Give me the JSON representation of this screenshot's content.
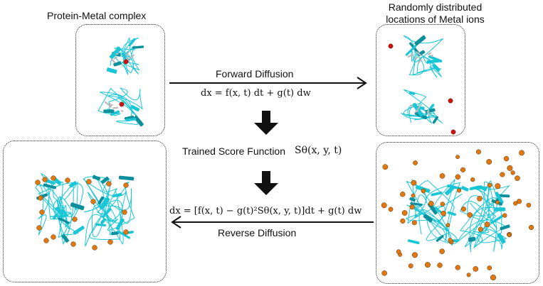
{
  "labels": {
    "top_left": "Protein-Metal complex",
    "top_right_line1": "Randomly distributed",
    "top_right_line2": "locations of Metal ions",
    "forward": "Forward Diffusion",
    "trained": "Trained Score Function",
    "reverse": "Reverse Diffusion"
  },
  "equations": {
    "forward_eq": "dx = f(x, t) dt + g(t) dw",
    "score_symbol": "Sθ(x, y, t)",
    "reverse_eq": "dx = [f(x, t) − g(t)²Sθ(x, y, t)]dt + g(t) dw"
  },
  "colors": {
    "protein": "#19c6d6",
    "protein_dark": "#0c8f9c",
    "metal_red": "#d01010",
    "metal_orange": "#e07810",
    "ligand": "#b9b9b9",
    "arrow": "#111111"
  },
  "icons": {
    "forward_arrow": "right-arrow-icon",
    "reverse_arrow": "left-arrow-icon",
    "down_arrows": "block-down-arrow-icon"
  }
}
